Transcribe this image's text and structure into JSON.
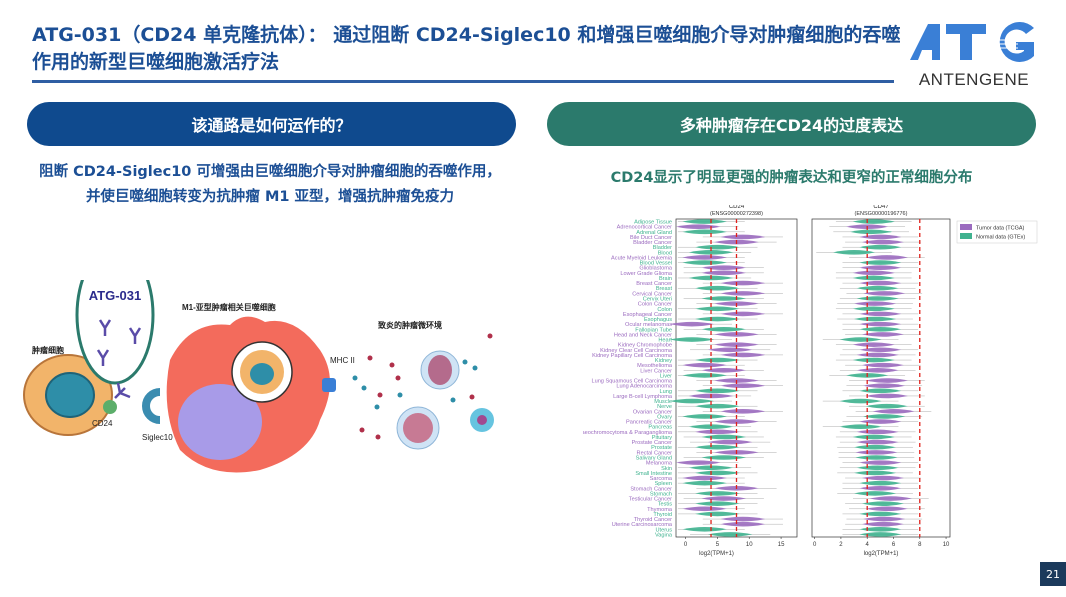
{
  "header": {
    "title": "ATG-031（CD24 单克隆抗体）： 通过阻断 CD24-Siglec10 和增强巨噬细胞介导对肿瘤细胞的吞噬作用的新型巨噬细胞激活疗法",
    "logo_text": "ATG",
    "brand": "ANTENGENE"
  },
  "left": {
    "pill": "该通路是如何运作的？",
    "desc_line1": "阻断 CD24-Siglec10 可增强由巨噬细胞介导对肿瘤细胞的吞噬作用，",
    "desc_line2": "并使巨噬细胞转变为抗肿瘤 M1 亚型，增强抗肿瘤免疫力",
    "diagram": {
      "drug": "ATG-031",
      "tumor_cell": "肿瘤细胞",
      "macrophage": "M1-亚型肿瘤相关巨噬细胞",
      "microenv": "致炎的肿瘤微环境",
      "cd24": "CD24",
      "siglec10": "Siglec10",
      "mhc": "MHC II"
    }
  },
  "right": {
    "pill": "多种肿瘤存在CD24的过度表达",
    "desc": "CD24显示了明显更强的肿瘤表达和更窄的正常细胞分布"
  },
  "colors": {
    "tumor": "#9b6bbf",
    "normal": "#3fb28f",
    "threshold": "#e0201b"
  },
  "chart_data": {
    "type": "violin",
    "legend": {
      "tumor": "Tumor data (TCGA)",
      "normal": "Normal data (GTEx)",
      "placement": "right"
    },
    "panels": [
      {
        "title": "CD24",
        "subtitle": "(ENSG00000272398)",
        "xlabel": "log2(TPM+1)",
        "xlim": [
          -1.5,
          17.5
        ],
        "ticks": [
          0,
          5,
          10,
          15
        ],
        "thresholds": [
          4,
          8
        ]
      },
      {
        "title": "CD47",
        "subtitle": "(ENSG00000196776)",
        "xlabel": "log2(TPM+1)",
        "xlim": [
          -0.2,
          10.3
        ],
        "ticks": [
          0,
          2,
          4,
          6,
          8,
          10
        ],
        "thresholds": [
          4,
          8
        ]
      }
    ],
    "categories": [
      {
        "name": "Adipose Tissue",
        "t": "N",
        "cd24": 3,
        "cd47": 4.5
      },
      {
        "name": "Adrenocortical Cancer",
        "t": "T",
        "cd24": 2,
        "cd47": 4
      },
      {
        "name": "Adrenal Gland",
        "t": "N",
        "cd24": 3,
        "cd47": 4.3
      },
      {
        "name": "Bile Duct Cancer",
        "t": "T",
        "cd24": 9,
        "cd47": 5
      },
      {
        "name": "Bladder Cancer",
        "t": "T",
        "cd24": 8,
        "cd47": 5.2
      },
      {
        "name": "Bladder",
        "t": "N",
        "cd24": 5,
        "cd47": 5
      },
      {
        "name": "Blood",
        "t": "N",
        "cd24": 4,
        "cd47": 3
      },
      {
        "name": "Acute Myeloid Leukemia",
        "t": "T",
        "cd24": 3,
        "cd47": 5.5
      },
      {
        "name": "Blood Vessel",
        "t": "N",
        "cd24": 3,
        "cd47": 5
      },
      {
        "name": "Glioblastoma",
        "t": "T",
        "cd24": 6,
        "cd47": 5
      },
      {
        "name": "Lower Grade Glioma",
        "t": "T",
        "cd24": 6,
        "cd47": 4.5
      },
      {
        "name": "Brain",
        "t": "N",
        "cd24": 4,
        "cd47": 4.5
      },
      {
        "name": "Breast Cancer",
        "t": "T",
        "cd24": 9,
        "cd47": 5
      },
      {
        "name": "Breast",
        "t": "N",
        "cd24": 5,
        "cd47": 4.8
      },
      {
        "name": "Cervical Cancer",
        "t": "T",
        "cd24": 9,
        "cd47": 5.3
      },
      {
        "name": "Cervix Uteri",
        "t": "N",
        "cd24": 6,
        "cd47": 4.8
      },
      {
        "name": "Colon Cancer",
        "t": "T",
        "cd24": 8,
        "cd47": 4.6
      },
      {
        "name": "Colon",
        "t": "N",
        "cd24": 5,
        "cd47": 4.5
      },
      {
        "name": "Esophageal Cancer",
        "t": "T",
        "cd24": 9,
        "cd47": 5
      },
      {
        "name": "Esophagus",
        "t": "N",
        "cd24": 5,
        "cd47": 4.6
      },
      {
        "name": "Ocular melanomas",
        "t": "T",
        "cd24": 1,
        "cd47": 5
      },
      {
        "name": "Fallopian Tube",
        "t": "N",
        "cd24": 6,
        "cd47": 5
      },
      {
        "name": "Head and Neck Cancer",
        "t": "T",
        "cd24": 8,
        "cd47": 5.2
      },
      {
        "name": "Heart",
        "t": "N",
        "cd24": 1,
        "cd47": 3.5
      },
      {
        "name": "Kidney Chromophobe",
        "t": "T",
        "cd24": 8,
        "cd47": 4.5
      },
      {
        "name": "Kidney Clear Cell Carcinoma",
        "t": "T",
        "cd24": 7,
        "cd47": 5
      },
      {
        "name": "Kidney Papillary Cell Carcinoma",
        "t": "T",
        "cd24": 9,
        "cd47": 4.8
      },
      {
        "name": "Kidney",
        "t": "N",
        "cd24": 5,
        "cd47": 4.5
      },
      {
        "name": "Mesothelioma",
        "t": "T",
        "cd24": 3,
        "cd47": 5.2
      },
      {
        "name": "Liver Cancer",
        "t": "T",
        "cd24": 6,
        "cd47": 4.8
      },
      {
        "name": "Liver",
        "t": "N",
        "cd24": 3,
        "cd47": 4
      },
      {
        "name": "Lung Squamous Cell Carcinoma",
        "t": "T",
        "cd24": 8,
        "cd47": 5.5
      },
      {
        "name": "Lung Adenocarcinoma",
        "t": "T",
        "cd24": 9,
        "cd47": 5.3
      },
      {
        "name": "Lung",
        "t": "N",
        "cd24": 5,
        "cd47": 5
      },
      {
        "name": "Large B-cell Lymphoma",
        "t": "T",
        "cd24": 4,
        "cd47": 5.5
      },
      {
        "name": "Muscle",
        "t": "N",
        "cd24": 1,
        "cd47": 3.5
      },
      {
        "name": "Nerve",
        "t": "N",
        "cd24": 5,
        "cd47": 5.5
      },
      {
        "name": "Ovarian Cancer",
        "t": "T",
        "cd24": 9,
        "cd47": 6
      },
      {
        "name": "Ovary",
        "t": "N",
        "cd24": 3,
        "cd47": 5.3
      },
      {
        "name": "Pancreatic Cancer",
        "t": "T",
        "cd24": 8,
        "cd47": 5
      },
      {
        "name": "Pancreas",
        "t": "N",
        "cd24": 4,
        "cd47": 3.5
      },
      {
        "name": "Phaeochromocytoma & Paraganglioma",
        "t": "T",
        "cd24": 5,
        "cd47": 4.8
      },
      {
        "name": "Pituitary",
        "t": "N",
        "cd24": 6,
        "cd47": 4.5
      },
      {
        "name": "Prostate Cancer",
        "t": "T",
        "cd24": 7,
        "cd47": 4.8
      },
      {
        "name": "Prostate",
        "t": "N",
        "cd24": 5,
        "cd47": 4.6
      },
      {
        "name": "Rectal Cancer",
        "t": "T",
        "cd24": 8,
        "cd47": 4.7
      },
      {
        "name": "Salivary Gland",
        "t": "N",
        "cd24": 6,
        "cd47": 4.7
      },
      {
        "name": "Melanoma",
        "t": "T",
        "cd24": 2,
        "cd47": 5
      },
      {
        "name": "Skin",
        "t": "N",
        "cd24": 4,
        "cd47": 4.8
      },
      {
        "name": "Small Intestine",
        "t": "N",
        "cd24": 5,
        "cd47": 4.6
      },
      {
        "name": "Sarcoma",
        "t": "T",
        "cd24": 3,
        "cd47": 5.2
      },
      {
        "name": "Spleen",
        "t": "N",
        "cd24": 3,
        "cd47": 5
      },
      {
        "name": "Stomach Cancer",
        "t": "T",
        "cd24": 8,
        "cd47": 5
      },
      {
        "name": "Stomach",
        "t": "N",
        "cd24": 5,
        "cd47": 4.6
      },
      {
        "name": "Testicular Cancer",
        "t": "T",
        "cd24": 6,
        "cd47": 5.8
      },
      {
        "name": "Testis",
        "t": "N",
        "cd24": 5,
        "cd47": 5.2
      },
      {
        "name": "Thymoma",
        "t": "T",
        "cd24": 3,
        "cd47": 5.5
      },
      {
        "name": "Thyroid",
        "t": "N",
        "cd24": 5,
        "cd47": 5
      },
      {
        "name": "Thyroid Cancer",
        "t": "T",
        "cd24": 9,
        "cd47": 5.3
      },
      {
        "name": "Uterine Carcinosarcoma",
        "t": "T",
        "cd24": 9,
        "cd47": 5.2
      },
      {
        "name": "Uterus",
        "t": "N",
        "cd24": 3,
        "cd47": 5
      },
      {
        "name": "Vagina",
        "t": "N",
        "cd24": 7,
        "cd47": 5
      }
    ]
  },
  "page": {
    "number": "21"
  }
}
